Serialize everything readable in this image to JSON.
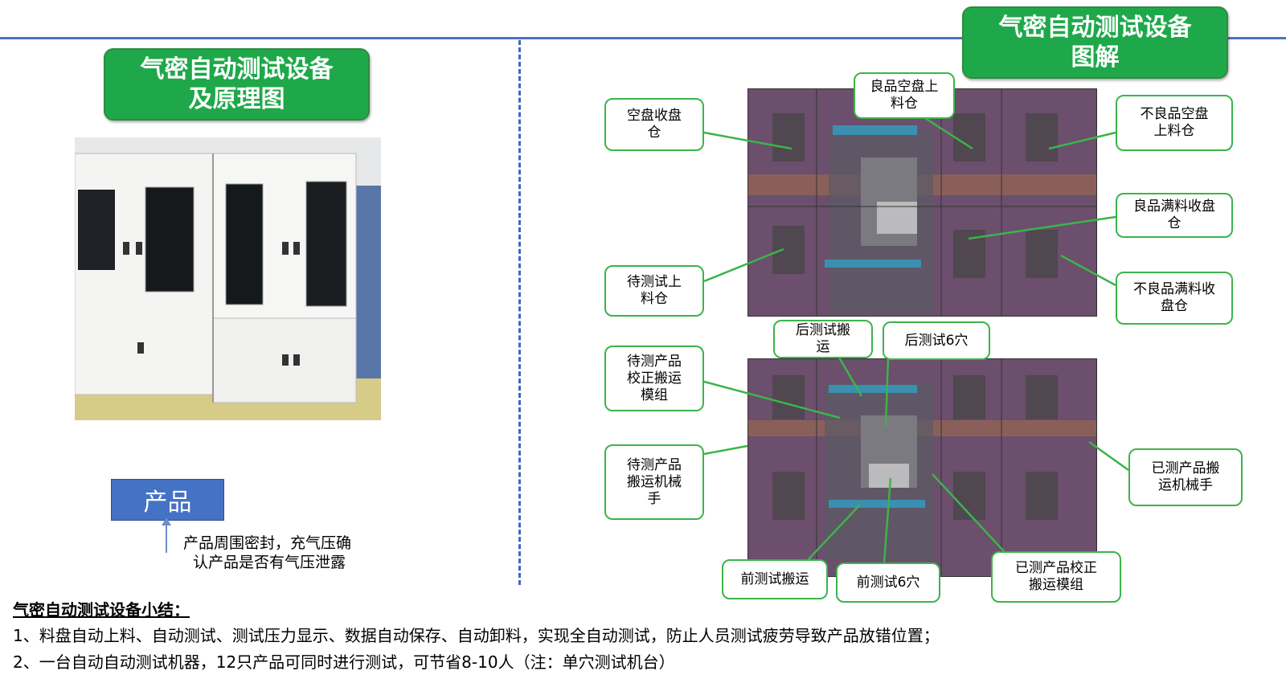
{
  "left_title": {
    "line1": "气密自动测试设备",
    "line2": "及原理图"
  },
  "right_title": {
    "line1": "气密自动测试设备",
    "line2": "图解"
  },
  "product_label": "产品",
  "product_note": {
    "line1": "产品周围密封，充气压确",
    "line2": "认产品是否有气压泄露"
  },
  "callouts": {
    "kongpan": {
      "line1": "空盘收盘",
      "line2": "仓"
    },
    "liangpin_kongpan": {
      "line1": "良品空盘上",
      "line2": "料仓"
    },
    "buliang_kongpan": {
      "line1": "不良品空盘",
      "line2": "上料仓"
    },
    "liangpin_manliao": {
      "line1": "良品满料收盘",
      "line2": "仓"
    },
    "daice_shangliao": {
      "line1": "待测试上",
      "line2": "料仓"
    },
    "buliang_manliao": {
      "line1": "不良品满料收",
      "line2": "盘仓"
    },
    "hou_banyun": {
      "line1": "后测试搬",
      "line2": "运"
    },
    "hou_6xue": {
      "line1": "后测试6穴",
      "line2": ""
    },
    "daice_jiaozheng": {
      "line1": "待测产品",
      "line2": "校正搬运",
      "line3": "模组"
    },
    "daice_jixieshou": {
      "line1": "待测产品",
      "line2": "搬运机械",
      "line3": "手"
    },
    "yice_jixieshou": {
      "line1": "已测产品搬",
      "line2": "运机械手"
    },
    "qian_banyun": {
      "line1": "前测试搬运",
      "line2": ""
    },
    "qian_6xue": {
      "line1": "前测试6穴",
      "line2": ""
    },
    "yice_jiaozheng": {
      "line1": "已测产品校正",
      "line2": "搬运模组"
    }
  },
  "summary": {
    "title": "气密自动测试设备小结：",
    "line1": "1、料盘自动上料、自动测试、测试压力显示、数据自动保存、自动卸料，实现全自动测试，防止人员测试疲劳导致产品放错位置；",
    "line2": "2、一台自动自动测试机器，12只产品可同时进行测试，可节省8-10人（注：单穴测试机台）"
  },
  "colors": {
    "title_green": "#1fa84a",
    "product_blue": "#4472c4",
    "rule_blue": "#4a74c4",
    "machine_purple": "#6b4f6c",
    "callout_border": "#3cb44b"
  }
}
